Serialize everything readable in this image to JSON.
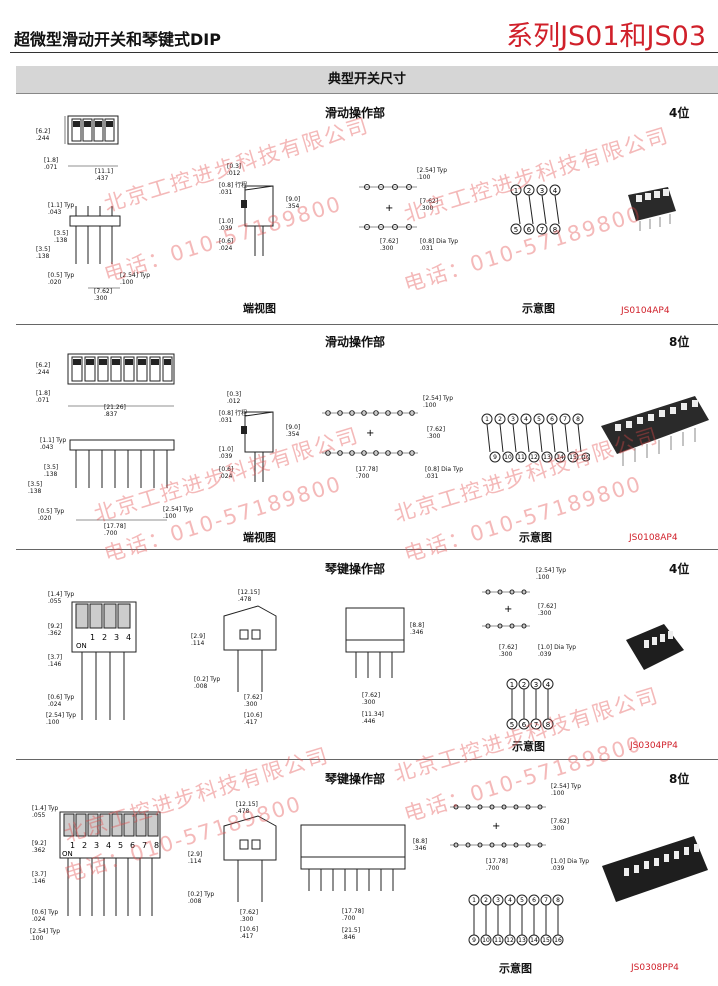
{
  "header": {
    "left_title": "超微型滑动开关和琴键式DIP",
    "series_title": "系列JS01和JS03"
  },
  "section_header": "典型开关尺寸",
  "sections": [
    {
      "title": "滑动操作部",
      "positions": "4位",
      "caption_end": "端视图",
      "caption_schem": "示意图",
      "part": "JS0104AP4"
    },
    {
      "title": "滑动操作部",
      "positions": "8位",
      "caption_end": "端视图",
      "caption_schem": "示意图",
      "part": "JS0108AP4"
    },
    {
      "title": "琴键操作部",
      "positions": "4位",
      "caption_schem": "示意图",
      "part": "JS0304PP4"
    },
    {
      "title": "琴键操作部",
      "positions": "8位",
      "caption_schem": "示意图",
      "part": "JS0308PP4"
    }
  ],
  "dims": {
    "d62": "[6.2]",
    "d244": ".244",
    "d18": "[1.8]",
    "d071": ".071",
    "d111": "[11.1]",
    "d437": ".437",
    "d2126": "[21.26]",
    "d837": ".837",
    "d11typ": "[1.1] Typ",
    "d043": ".043",
    "d35": "[3.5]",
    "d138": ".138",
    "d05typ": "[0.5] Typ",
    "d020": ".020",
    "d254typ": "[2.54] Typ",
    "d100": ".100",
    "d762": "[7.62]",
    "d300": ".300",
    "d1778": "[17.78]",
    "d700": ".700",
    "d03": "[0.3]",
    "d012": ".012",
    "d08": "[0.8] 行程",
    "d031": ".031",
    "d90": "[9.0]",
    "d354": ".354",
    "d10": "[1.0]",
    "d039": ".039",
    "d06": "[0.6]",
    "d024": ".024",
    "d08dia": "[0.8] Dia Typ",
    "d14typ": "[1.4] Typ",
    "d055": ".055",
    "d92": "[9.2]",
    "d362": ".362",
    "d37": "[3.7]",
    "d146": ".146",
    "d06typ": "[0.6] Typ",
    "d1215": "[12.15]",
    "d478": ".478",
    "d29": "[2.9]",
    "d114": ".114",
    "d02typ": "[0.2] Typ",
    "d008": ".008",
    "d106": "[10.6]",
    "d417": ".417",
    "d88": "[8.8]",
    "d346": ".346",
    "d1134": "[11.34]",
    "d446": ".446",
    "d215": "[21.5]",
    "d846": ".846",
    "d10dia": "[1.0] Dia Typ",
    "on": "ON"
  },
  "piano_labels_4": [
    "1",
    "2",
    "3",
    "4"
  ],
  "piano_labels_8": [
    "1",
    "2",
    "3",
    "4",
    "5",
    "6",
    "7",
    "8"
  ],
  "schematic_4_top": [
    "1",
    "2",
    "3",
    "4"
  ],
  "schematic_4_bot": [
    "5",
    "6",
    "7",
    "8"
  ],
  "schematic_8_top": [
    "1",
    "2",
    "3",
    "4",
    "5",
    "6",
    "7",
    "8"
  ],
  "schematic_8_bot": [
    "9",
    "10",
    "11",
    "12",
    "13",
    "14",
    "15",
    "16"
  ],
  "watermark": {
    "company": "北京工控进步科技有限公司",
    "phone": "电话：010-57189800"
  },
  "colors": {
    "accent": "#d0202a",
    "bar": "#d6d6d6"
  }
}
